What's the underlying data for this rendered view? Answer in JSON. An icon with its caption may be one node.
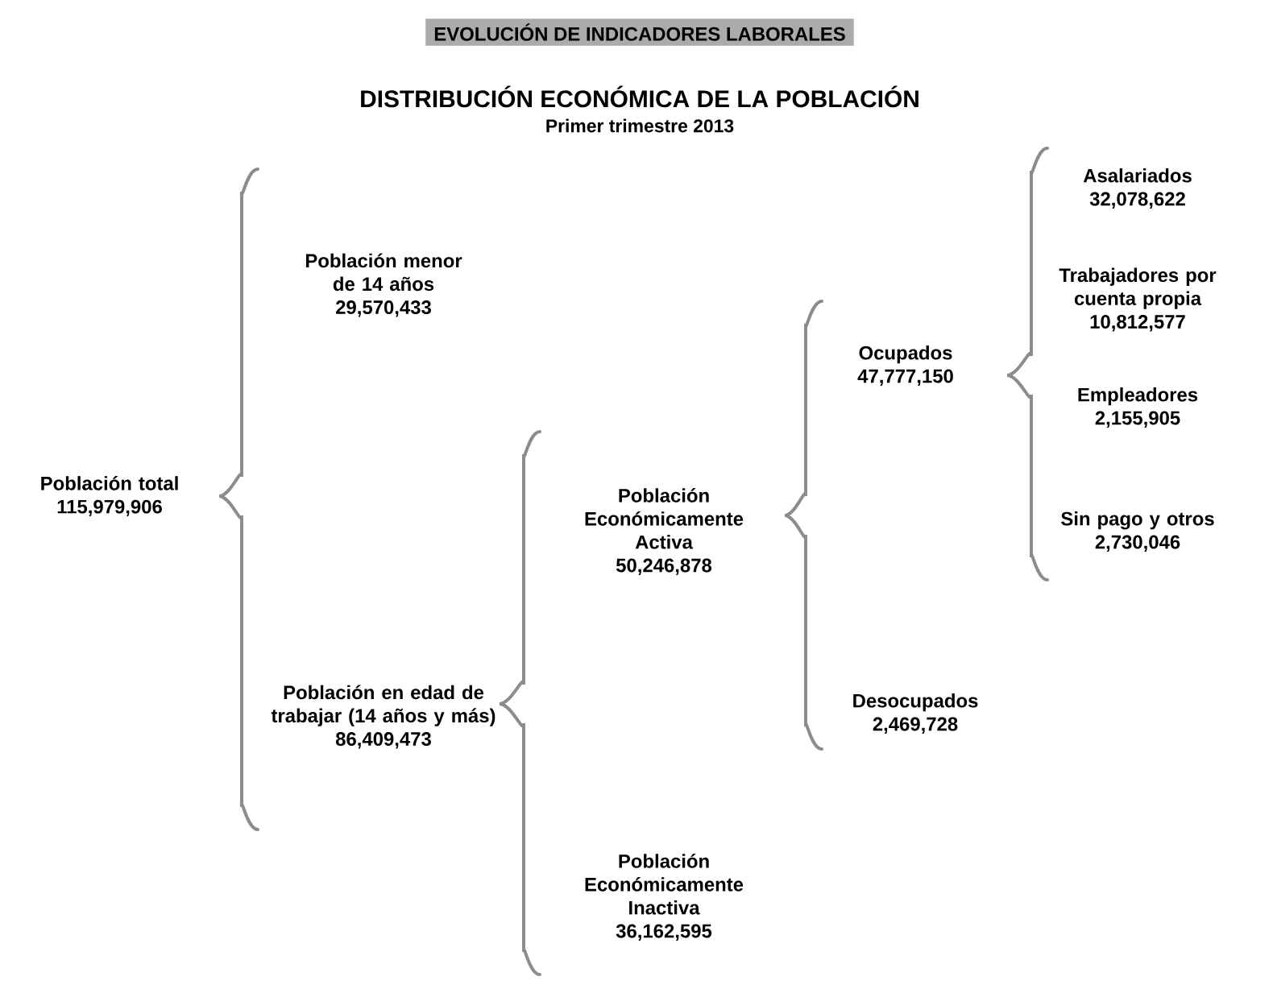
{
  "diagram": {
    "title": "EVOLUCIÓN DE INDICADORES LABORALES",
    "nodes": [
      {
        "text": [
          "Población total",
          "115,979,906"
        ]
      },
      {
        "text": [
          "Población menor de 14 años",
          "29,570,433"
        ]
      },
      {
        "text": [
          "Población en edad de trabajar (14 años y más)",
          "86,409,473"
        ]
      },
      {
        "text": [
          "Población Económicamente Activa",
          "50,246,878"
        ]
      },
      {
        "text": [
          "Población Económicamente Inactiva",
          "36,162,595"
        ]
      },
      {
        "text": [
          "Ocupados",
          "47,777,150"
        ]
      },
      {
        "text": [
          "Desocupados",
          "2,469,728"
        ]
      },
      {
        "text": [
          "Asalariados",
          "32,078,622"
        ]
      },
      {
        "text": [
          "Trabajadores por cuenta propia",
          "10,812,577"
        ]
      },
      {
        "text": [
          "Empleadores",
          "2,155,905"
        ]
      },
      {
        "text": [
          "Sin pago y otros",
          "2,730,046"
        ]
      }
    ],
    "labels": [
      "DISTRIBUCIÓN ECONÓMICA DE LA POBLACIÓN",
      "Primer trimestre 2013"
    ]
  }
}
